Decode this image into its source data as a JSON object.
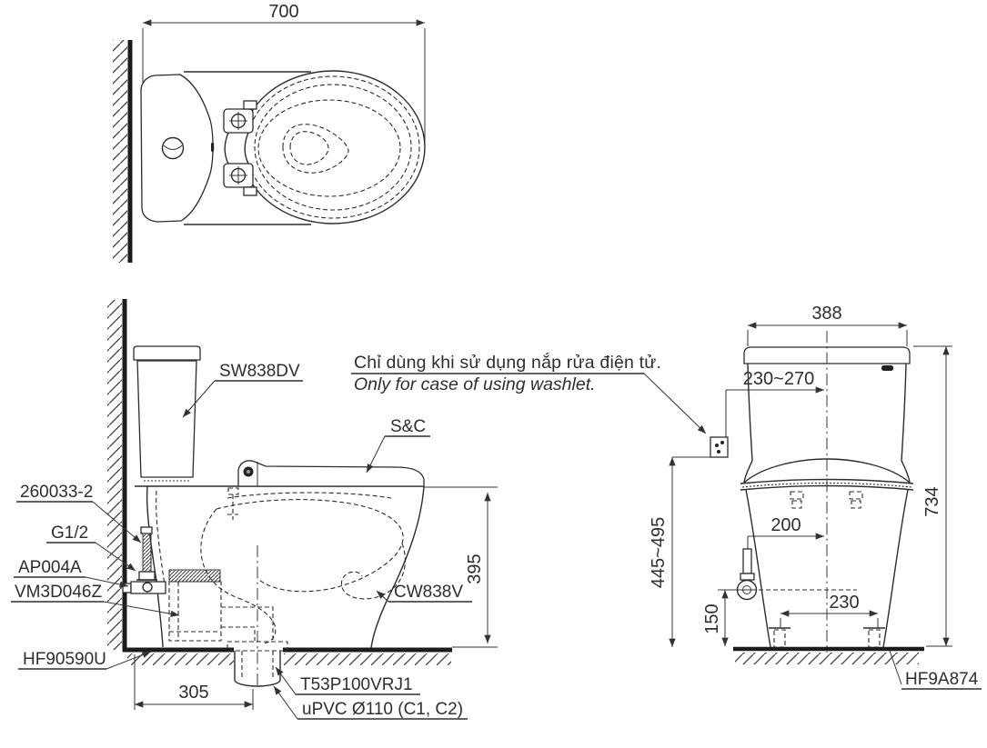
{
  "drawing": {
    "background": "#ffffff",
    "line_color": "#2c2c2c",
    "wall_color": "#1c1c1c",
    "note": {
      "vietnamese": "Chỉ dùng khi sử dụng nắp rửa điện tử.",
      "english": "Only for case of using washlet."
    },
    "top_view": {
      "width_dim": "700"
    },
    "side_view": {
      "tank_label": "SW838DV",
      "seat_label": "S&C",
      "bowl_label": "CW838V",
      "supply_pipe_label": "260033-2",
      "thread_label": "G1/2",
      "stop_valve_label": "AP004A",
      "seal_label": "VM3D046Z",
      "floor_flange_label": "HF90590U",
      "trap_adapter_label": "T53P100VRJ1",
      "drain_pipe_label": "uPVC Ø110 (C1, C2)",
      "rim_height_dim": "395",
      "outlet_setback_dim": "305"
    },
    "front_view": {
      "tank_width_dim": "388",
      "socket_offset_dim": "230~270",
      "total_height_dim": "734",
      "socket_height_dim": "445~495",
      "supply_offset_dim": "200",
      "supply_height_dim": "150",
      "bolt_spacing_dim": "230",
      "bolt_cap_label": "HF9A874"
    }
  }
}
